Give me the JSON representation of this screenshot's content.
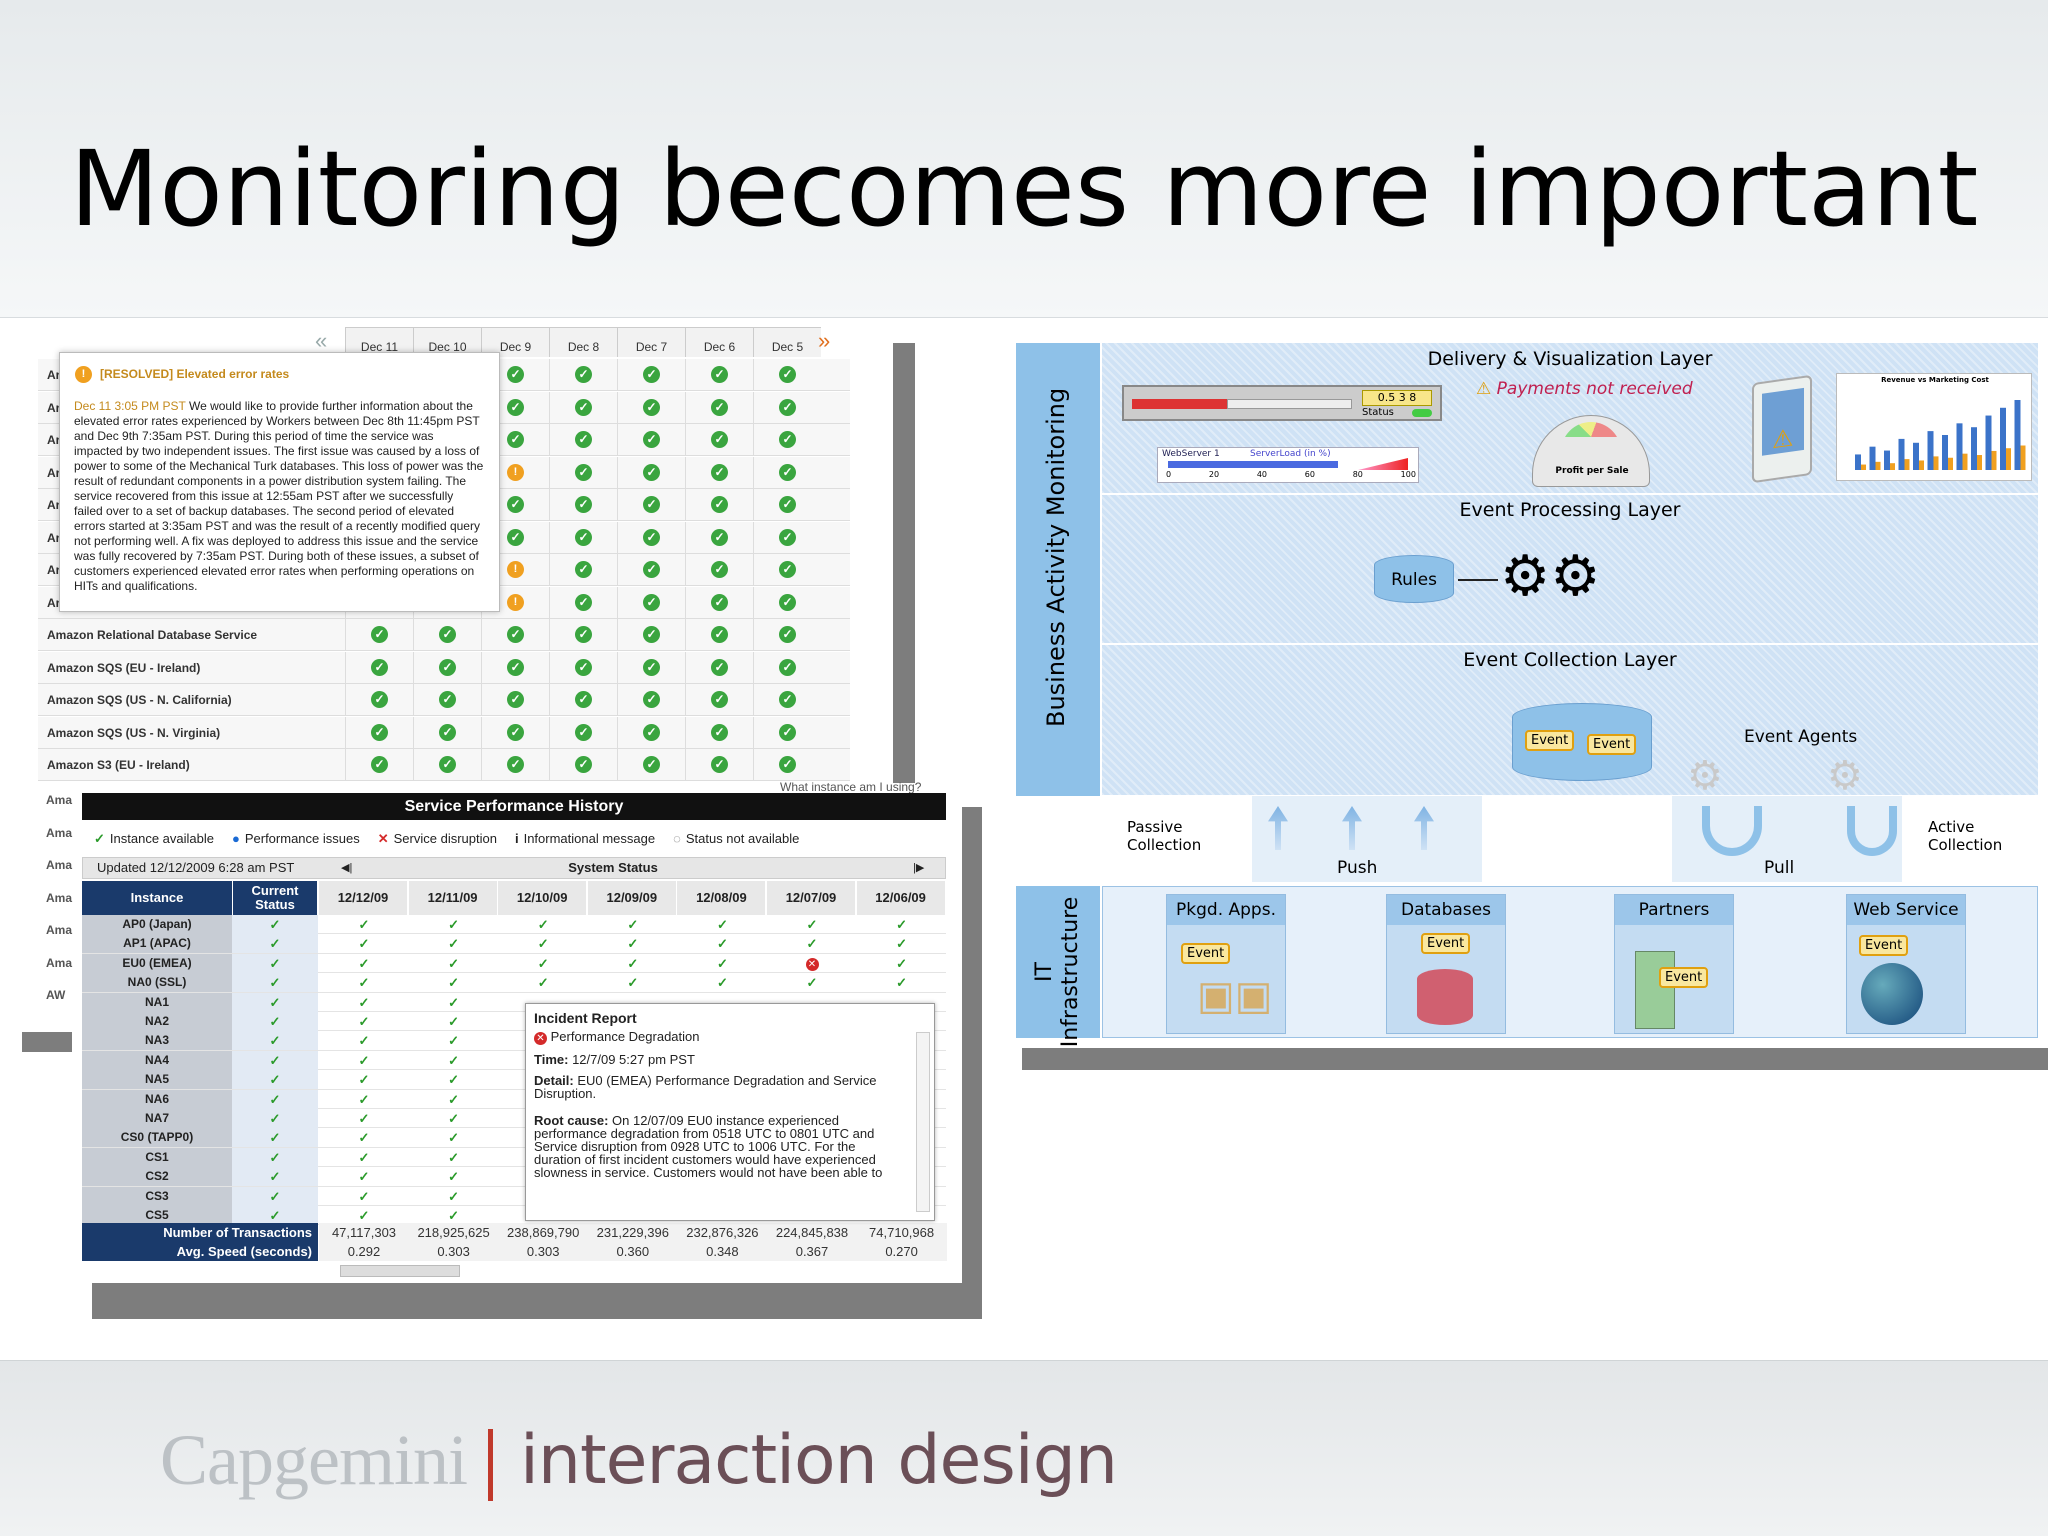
{
  "slide": {
    "title": "Monitoring becomes more important"
  },
  "footer": {
    "company": "Capgemini",
    "tagline": "interaction design"
  },
  "status": {
    "dates": [
      "Dec 11",
      "Dec 10",
      "Dec 9",
      "Dec 8",
      "Dec 7",
      "Dec 6",
      "Dec 5"
    ],
    "nav_prev": "«",
    "nav_next": "»",
    "rows": [
      {
        "name": "Amazon Relational Database Service"
      },
      {
        "name": "Amazon SQS (EU - Ireland)"
      },
      {
        "name": "Amazon SQS (US - N. California)"
      },
      {
        "name": "Amazon SQS (US - N. Virginia)"
      },
      {
        "name": "Amazon S3 (EU - Ireland)"
      }
    ],
    "popup": {
      "title": "[RESOLVED] Elevated error rates",
      "time": "Dec 11 3:05 PM PST",
      "body": "We would like to provide further information about the elevated error rates experienced by Workers between Dec 8th 11:45pm PST and Dec 9th 7:35am PST. During this period of time the service was impacted by two independent issues. The first issue was caused by a loss of power to some of the Mechanical Turk databases. This loss of power was the result of redundant components in a power distribution system failing. The service recovered from this issue at 12:55am PST after we successfully failed over to a set of backup databases. The second period of elevated errors started at 3:35am PST and was the result of a recently modified query not performing well. A fix was deployed to address this issue and the service was fully recovered by 7:35am PST. During both of these issues, a subset of customers experienced elevated error rates when performing operations on HITs and qualifications."
    },
    "covered_labels": [
      "Ama",
      "Ama",
      "Ama",
      "Ama",
      "Ama",
      "Ama",
      "AW"
    ]
  },
  "history": {
    "title": "Service Performance History",
    "legend": [
      "Instance available",
      "Performance issues",
      "Service disruption",
      "Informational message",
      "Status not available"
    ],
    "updated": "Updated 12/12/2009 6:28 am PST",
    "system_status": "System Status",
    "col_instance": "Instance",
    "col_current": "Current Status",
    "dates": [
      "12/12/09",
      "12/11/09",
      "12/10/09",
      "12/09/09",
      "12/08/09",
      "12/07/09",
      "12/06/09"
    ],
    "instances": [
      "AP0 (Japan)",
      "AP1 (APAC)",
      "EU0 (EMEA)",
      "NA0 (SSL)",
      "NA1",
      "NA2",
      "NA3",
      "NA4",
      "NA5",
      "NA6",
      "NA7",
      "CS0 (TAPP0)",
      "CS1",
      "CS2",
      "CS3",
      "CS5"
    ],
    "transactions_label": "Number of Transactions",
    "transactions": [
      "47,117,303",
      "218,925,625",
      "238,869,790",
      "231,229,396",
      "232,876,326",
      "224,845,838",
      "74,710,968"
    ],
    "speed_label": "Avg. Speed (seconds)",
    "speed": [
      "0.292",
      "0.303",
      "0.303",
      "0.360",
      "0.348",
      "0.367",
      "0.270"
    ],
    "header_snippet": "What instance am I using?",
    "incident": {
      "title": "Incident Report",
      "type": "Performance Degradation",
      "time_label": "Time:",
      "time": "12/7/09 5:27 pm PST",
      "detail_label": "Detail:",
      "detail": "EU0 (EMEA) Performance Degradation and Service Disruption.",
      "root_label": "Root cause:",
      "root": "On 12/07/09 EU0 instance experienced performance degradation from 0518 UTC to 0801 UTC and Service disruption from 0928 UTC to 1006 UTC. For the duration of first incident customers would have experienced slowness in service. Customers would not have been able to"
    }
  },
  "architecture": {
    "side_label": "Business Activity Monitoring",
    "layers": [
      "Delivery & Visualization Layer",
      "Event Processing Layer",
      "Event Collection Layer"
    ],
    "warning": "Payments not received",
    "gauge_label": "Profit per Sale",
    "meter_readout": "0.5 3 8",
    "status_label": "Status",
    "webserver_label": "WebServer 1",
    "serverload_label": "ServerLoad (in %)",
    "scale": [
      "0",
      "20",
      "40",
      "60",
      "80",
      "100"
    ],
    "rules": "Rules",
    "event": "Event",
    "event_agents": "Event Agents",
    "passive": "Passive\nCollection",
    "active": "Active\nCollection",
    "push": "Push",
    "pull": "Pull",
    "it_label": "IT\nInfrastructure",
    "sources": [
      "Pkgd. Apps.",
      "Databases",
      "Partners",
      "Web Service"
    ],
    "chart_title": "Revenue vs Marketing Cost",
    "chart_values": [
      20,
      30,
      25,
      40,
      35,
      50,
      45,
      60,
      55,
      70,
      80,
      90
    ]
  }
}
